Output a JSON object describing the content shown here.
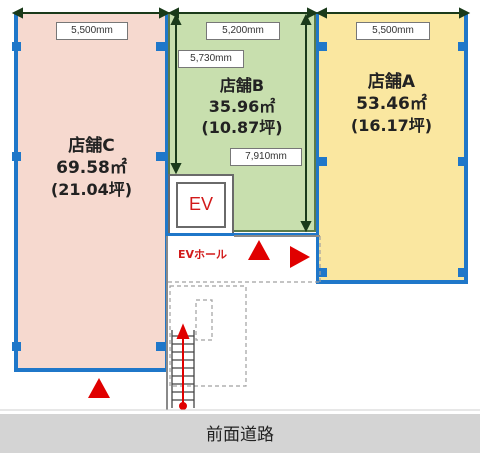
{
  "stores": {
    "c": {
      "name": "店舗C",
      "area": "69.58㎡",
      "tsubo": "(21.04坪)",
      "fill": "#f6d9cf"
    },
    "b": {
      "name": "店舗B",
      "area": "35.96㎡",
      "tsubo": "(10.87坪)",
      "fill": "#c8dfae"
    },
    "a": {
      "name": "店舗A",
      "area": "53.46㎡",
      "tsubo": "(16.17坪)",
      "fill": "#fae7a0"
    }
  },
  "dimensions": {
    "c_width": "5,500mm",
    "b_width": "5,200mm",
    "a_width": "5,500mm",
    "b_depth_upper": "5,730mm",
    "b_depth_lower": "7,910mm"
  },
  "ev": {
    "label": "EV",
    "hall_label": "EVホール"
  },
  "road": {
    "label": "前面道路"
  },
  "colors": {
    "wall": "#1f77c9",
    "entrance_arrow": "#e00000",
    "dimension_line": "#1a3a1a"
  }
}
